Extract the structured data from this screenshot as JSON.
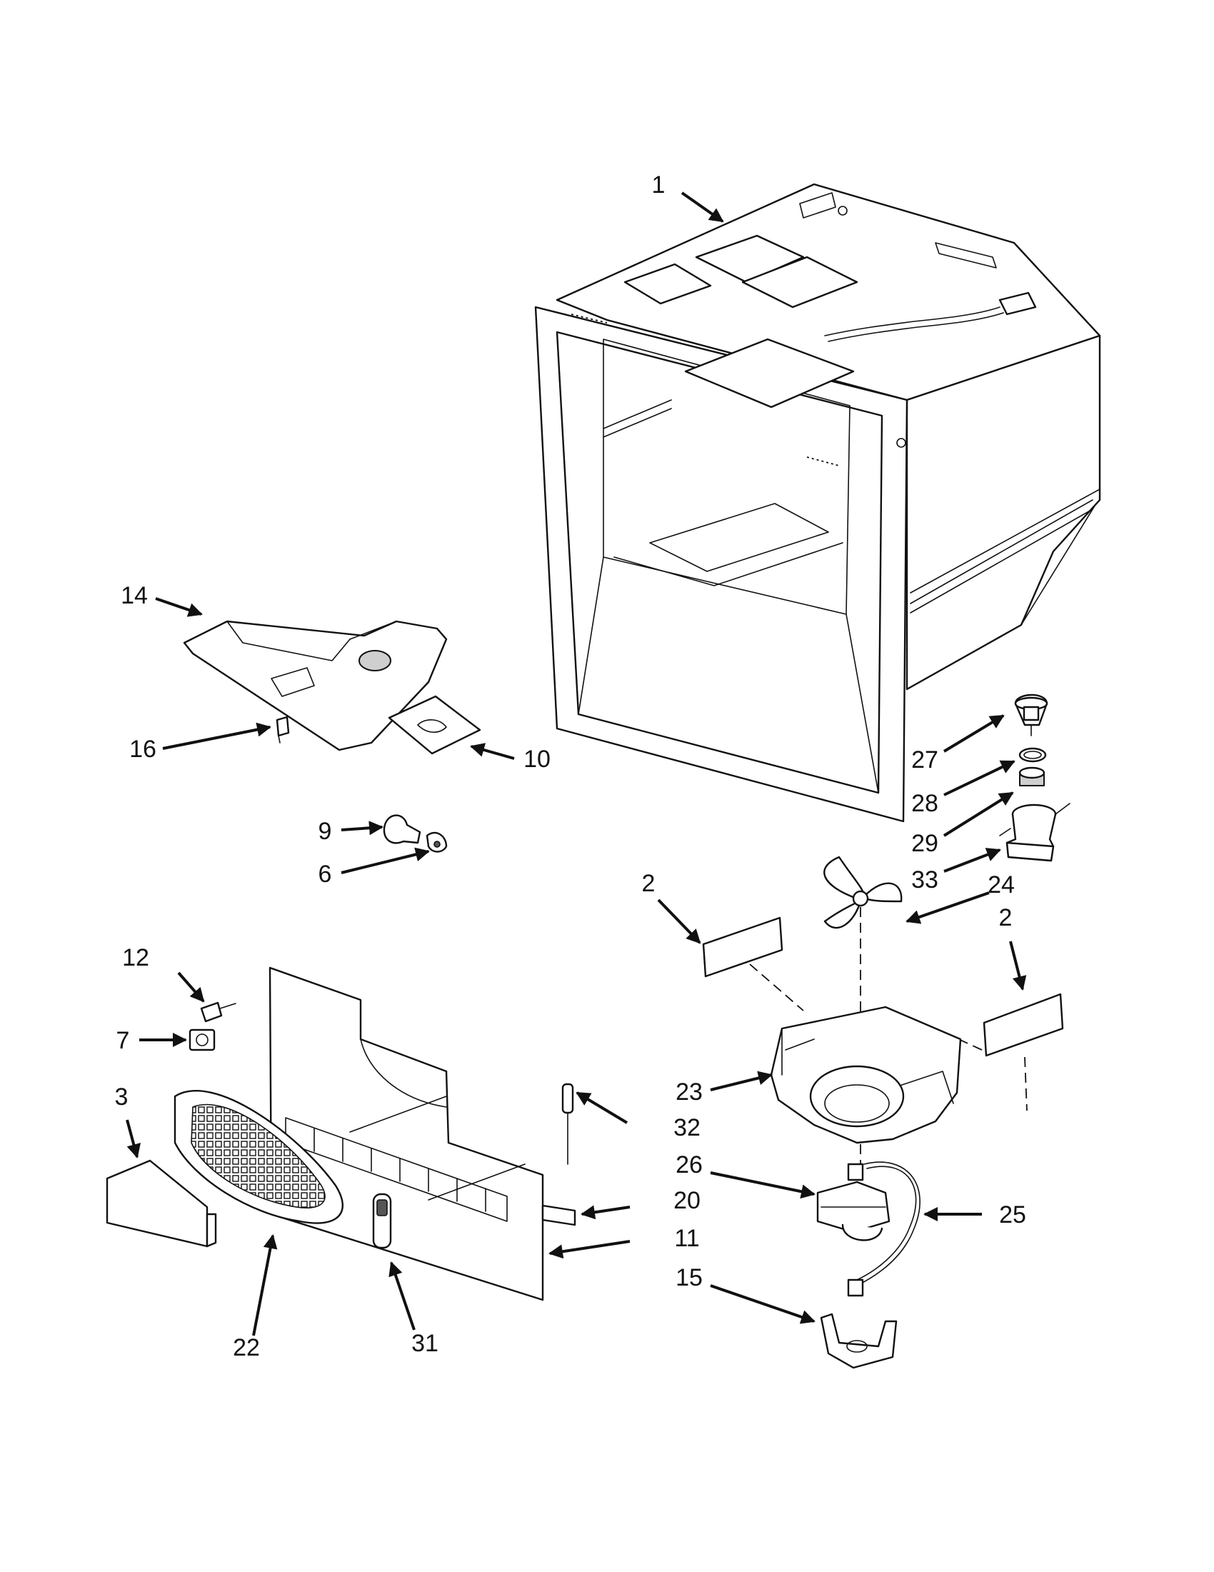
{
  "callouts": [
    {
      "id": "c1",
      "label": "1"
    },
    {
      "id": "c14",
      "label": "14"
    },
    {
      "id": "c16",
      "label": "16"
    },
    {
      "id": "c10",
      "label": "10"
    },
    {
      "id": "c9",
      "label": "9"
    },
    {
      "id": "c6",
      "label": "6"
    },
    {
      "id": "c27",
      "label": "27"
    },
    {
      "id": "c28",
      "label": "28"
    },
    {
      "id": "c29",
      "label": "29"
    },
    {
      "id": "c33",
      "label": "33"
    },
    {
      "id": "c2a",
      "label": "2"
    },
    {
      "id": "c24",
      "label": "24"
    },
    {
      "id": "c2b",
      "label": "2"
    },
    {
      "id": "c12",
      "label": "12"
    },
    {
      "id": "c7",
      "label": "7"
    },
    {
      "id": "c3",
      "label": "3"
    },
    {
      "id": "c23",
      "label": "23"
    },
    {
      "id": "c32",
      "label": "32"
    },
    {
      "id": "c26",
      "label": "26"
    },
    {
      "id": "c25",
      "label": "25"
    },
    {
      "id": "c20",
      "label": "20"
    },
    {
      "id": "c11",
      "label": "11"
    },
    {
      "id": "c15",
      "label": "15"
    },
    {
      "id": "c22",
      "label": "22"
    },
    {
      "id": "c31",
      "label": "31"
    }
  ]
}
